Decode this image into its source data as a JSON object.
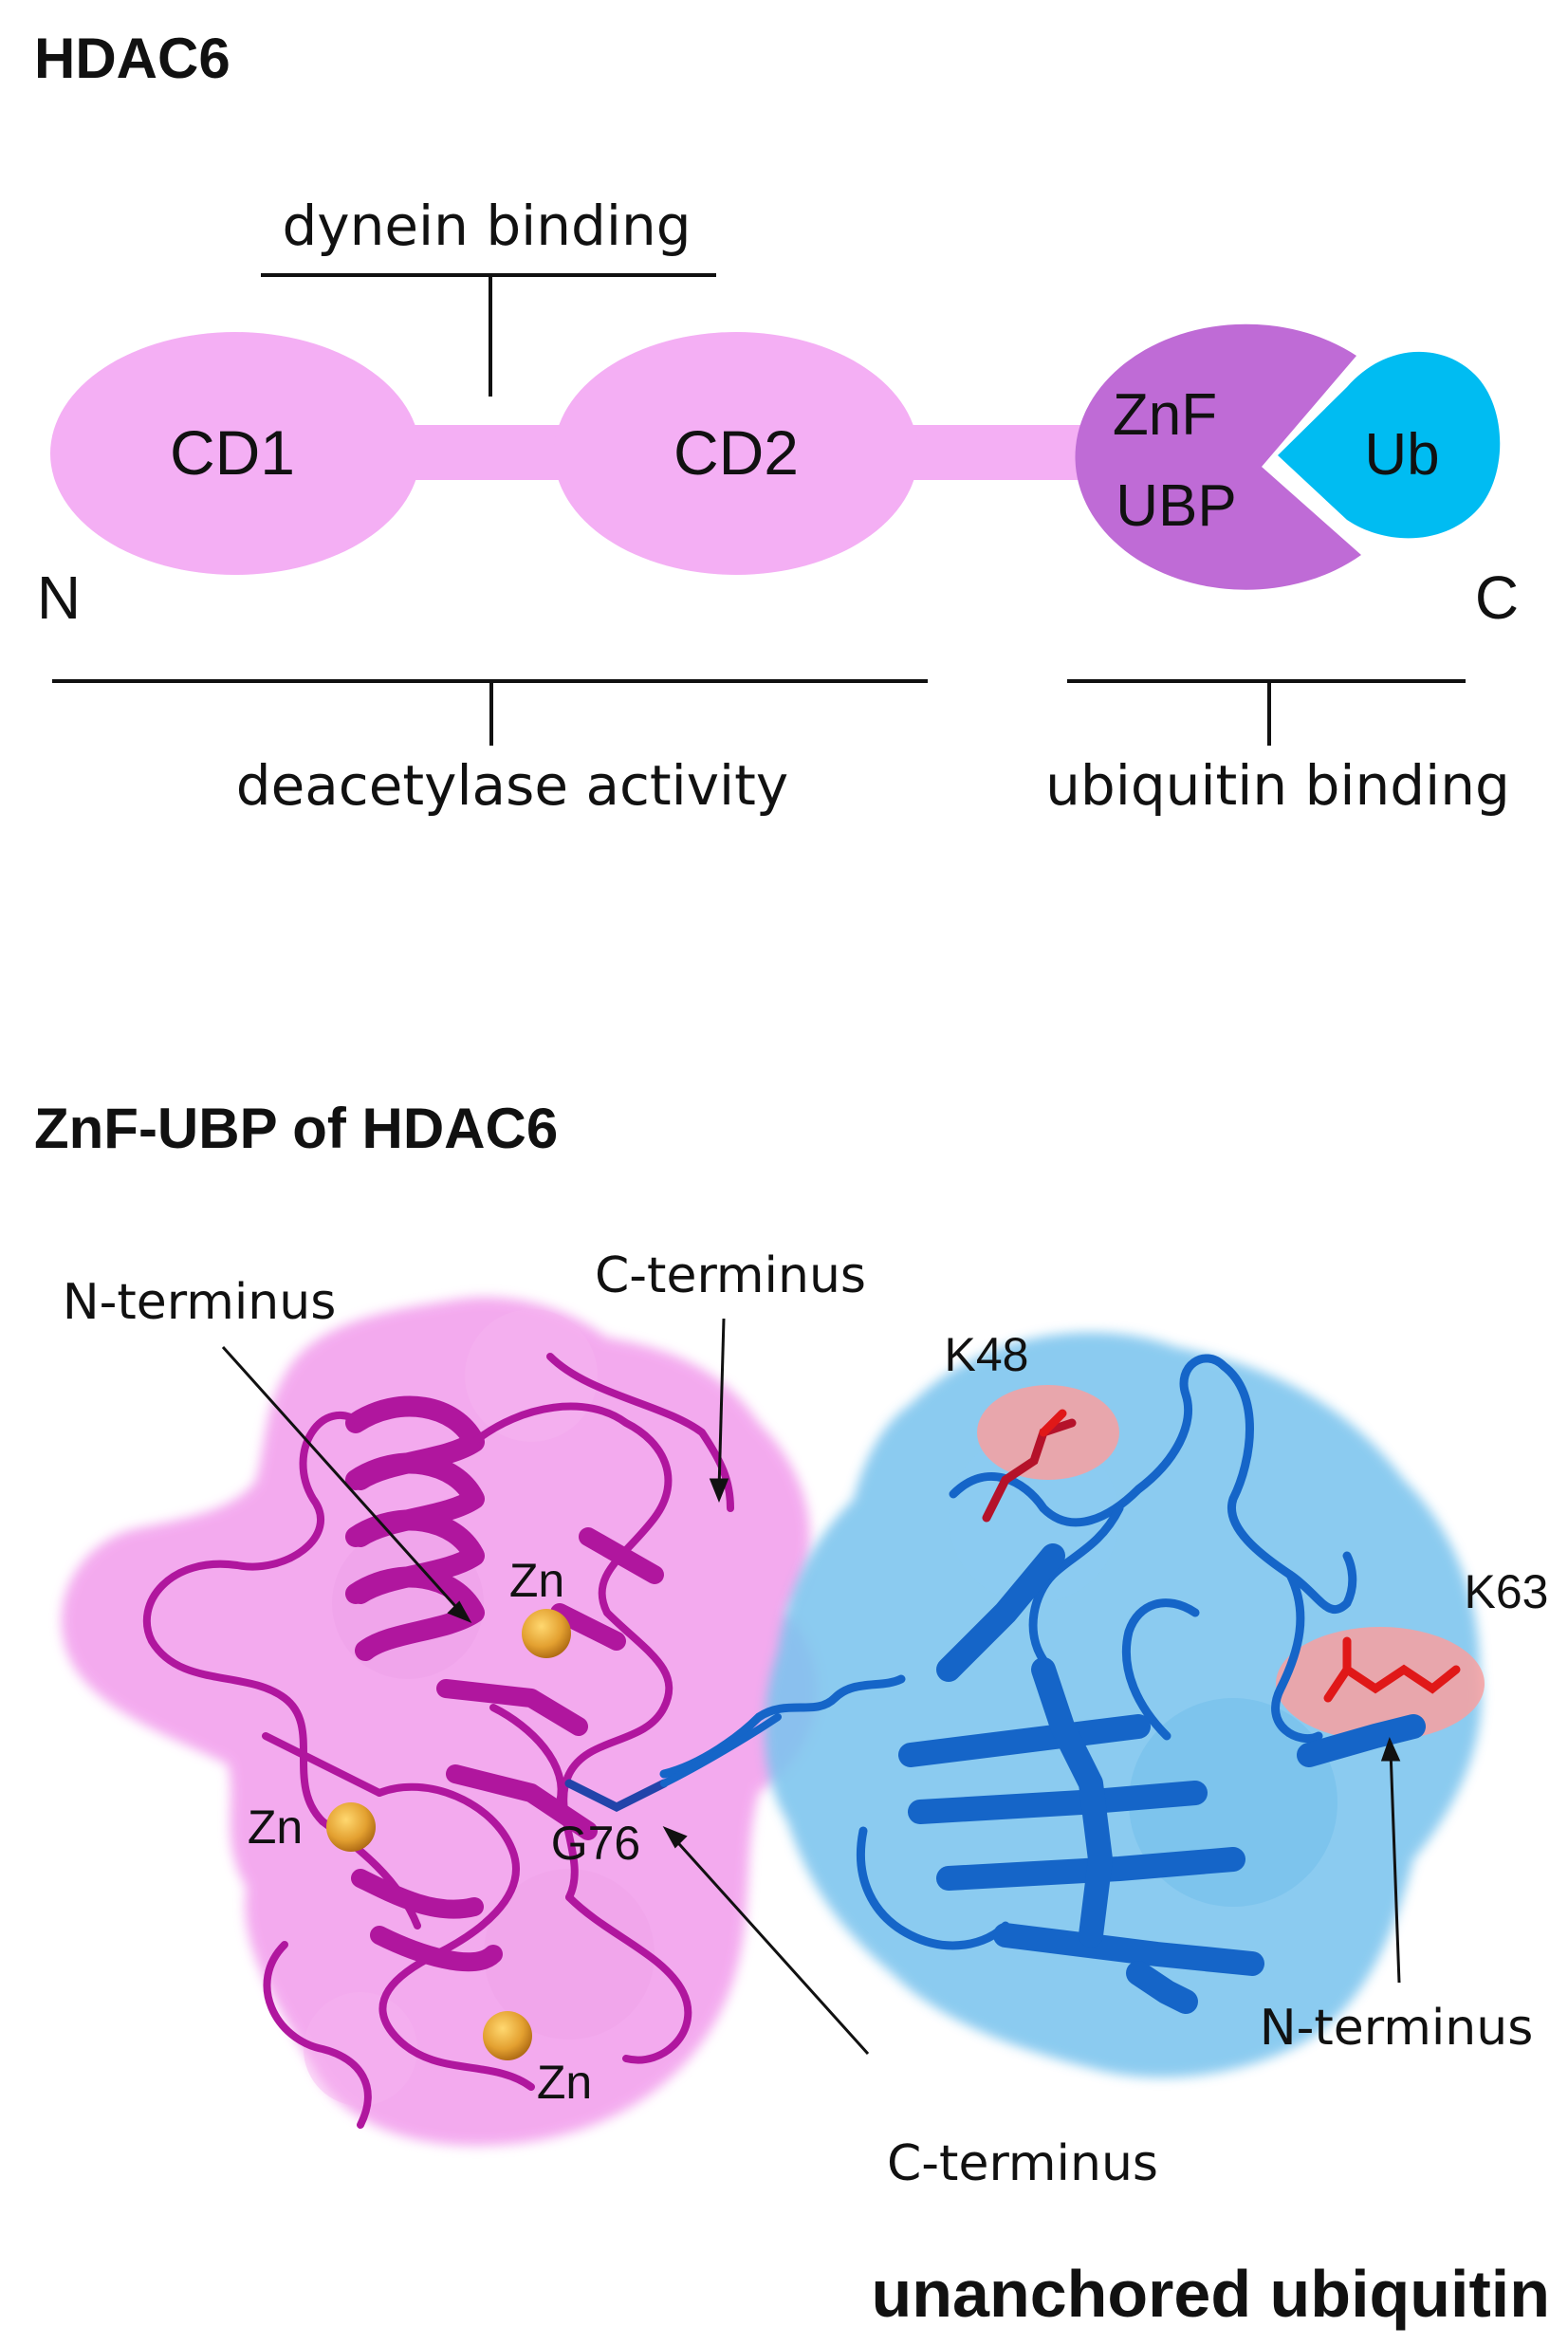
{
  "top_panel": {
    "title": "HDAC6",
    "domains": {
      "cd1": "CD1",
      "cd2": "CD2",
      "znf_line1": "ZnF",
      "znf_line2": "UBP",
      "ub": "Ub"
    },
    "n_label": "N",
    "c_label": "C",
    "dynein_label": "dynein binding",
    "deacetylase_label": "deacetylase activity",
    "ubiquitin_binding_label": "ubiquitin binding"
  },
  "bottom_panel": {
    "title": "ZnF-UBP of HDAC6",
    "labels": {
      "znf_n_terminus": "N-terminus",
      "znf_c_terminus": "C-terminus",
      "zn_1": "Zn",
      "zn_2": "Zn",
      "zn_3": "Zn",
      "g76": "G76",
      "k48": "K48",
      "k63": "K63",
      "ub_n_terminus": "N-terminus",
      "ub_c_terminus": "C-terminus"
    },
    "caption": "unanchored ubiquitin"
  },
  "colors": {
    "cd_pink": "#f4aff4",
    "znf_purple": "#bf6bd6",
    "ub_cyan": "#00bcf2",
    "surface_pink": "#f29cec",
    "ribbon_magenta": "#b0169e",
    "surface_blue": "#7cc4ee",
    "ribbon_blue": "#1565c8",
    "lysine_red": "#e01818",
    "zinc_orange": "#e8a030"
  }
}
